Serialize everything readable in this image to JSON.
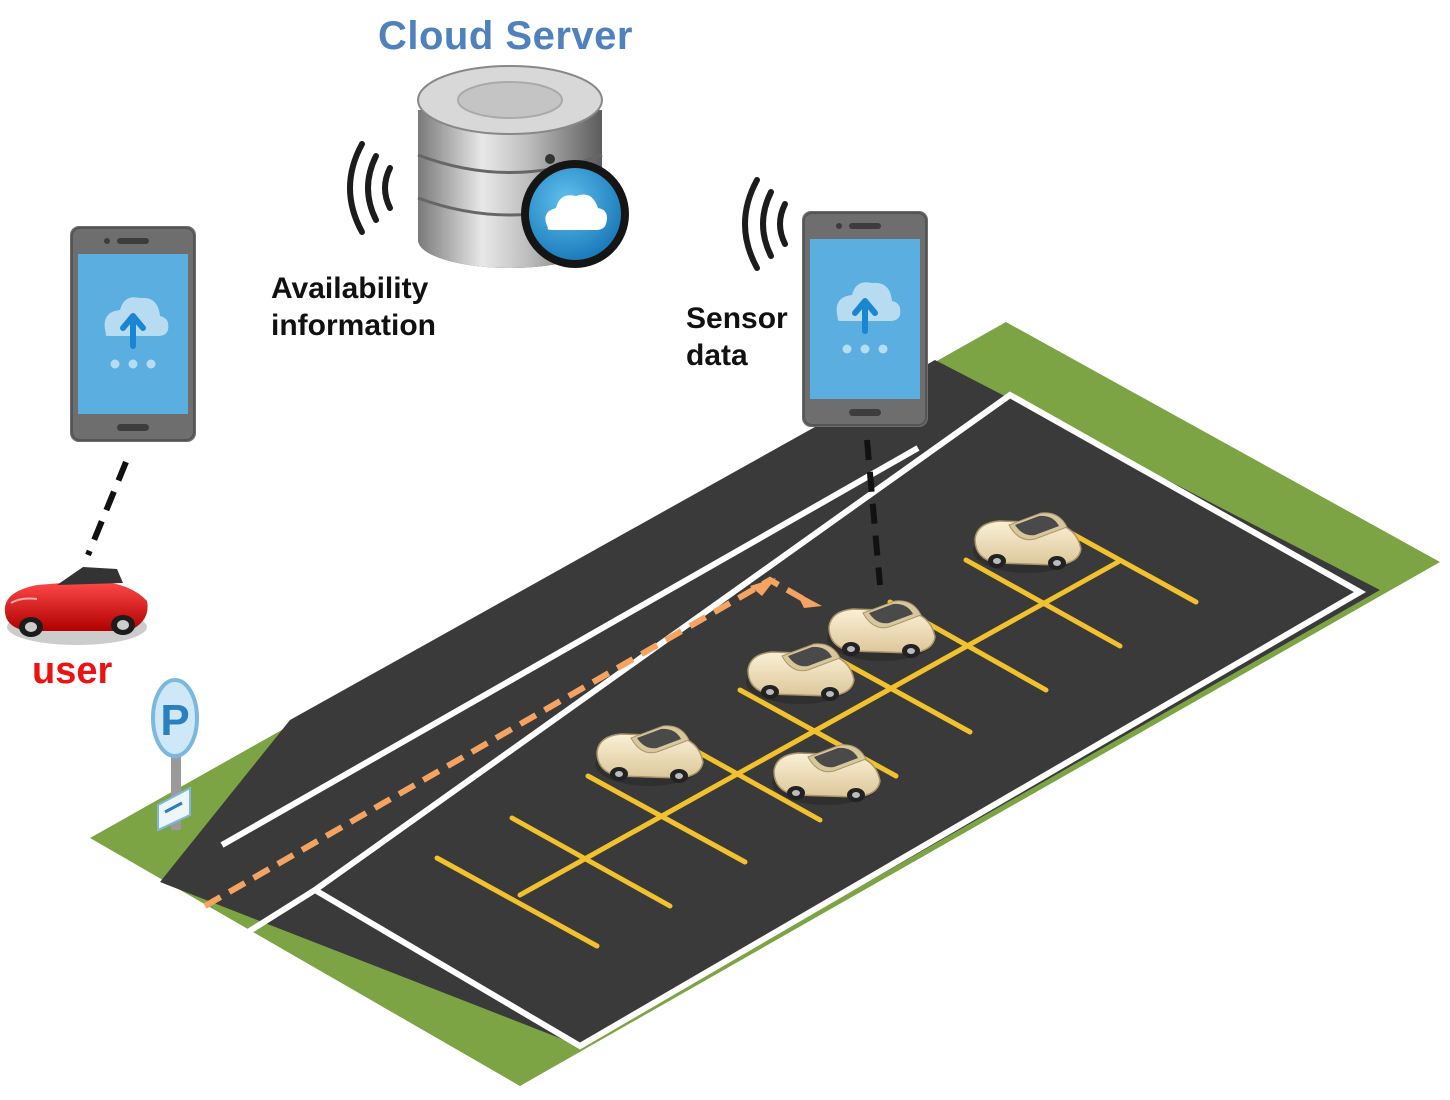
{
  "title": "Cloud Server",
  "labels": {
    "availability": [
      "Availability",
      "information"
    ],
    "sensor": [
      "Sensor",
      "data"
    ],
    "user": "user"
  },
  "parking_sign": "P",
  "colors": {
    "title": "#4f81bd",
    "user": "#ee1111",
    "grass": "#7da444",
    "asphalt": "#3a3a3a",
    "lines": "#f2c12e",
    "route": "#f4a460",
    "phone_screen": "#5aaee0",
    "phone_body": "#6e6e6e"
  }
}
